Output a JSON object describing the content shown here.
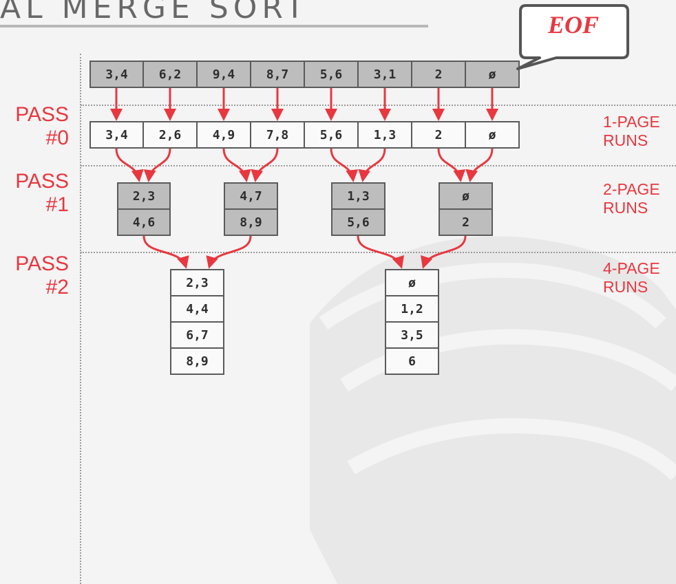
{
  "title": "AL MERGE SORT",
  "callout": "EOF",
  "input_row": [
    "3,4",
    "6,2",
    "9,4",
    "8,7",
    "5,6",
    "3,1",
    "2",
    "ø"
  ],
  "passes": [
    {
      "label_line1": "PASS",
      "label_line2": "#0",
      "runs_line1": "1-PAGE",
      "runs_line2": "RUNS",
      "runs": [
        [
          "3,4"
        ],
        [
          "2,6"
        ],
        [
          "4,9"
        ],
        [
          "7,8"
        ],
        [
          "5,6"
        ],
        [
          "1,3"
        ],
        [
          "2"
        ],
        [
          "ø"
        ]
      ]
    },
    {
      "label_line1": "PASS",
      "label_line2": "#1",
      "runs_line1": "2-PAGE",
      "runs_line2": "RUNS",
      "runs": [
        [
          "2,3",
          "4,6"
        ],
        [
          "4,7",
          "8,9"
        ],
        [
          "1,3",
          "5,6"
        ],
        [
          "ø",
          "2"
        ]
      ]
    },
    {
      "label_line1": "PASS",
      "label_line2": "#2",
      "runs_line1": "4-PAGE",
      "runs_line2": "RUNS",
      "runs": [
        [
          "2,3",
          "4,4",
          "6,7",
          "8,9"
        ],
        [
          "ø",
          "1,2",
          "3,5",
          "6"
        ]
      ]
    }
  ],
  "colors": {
    "accent": "#e8373f",
    "page_gray": "#bdbdbd",
    "page_white": "#fafafa",
    "border": "#5a5a5a"
  }
}
